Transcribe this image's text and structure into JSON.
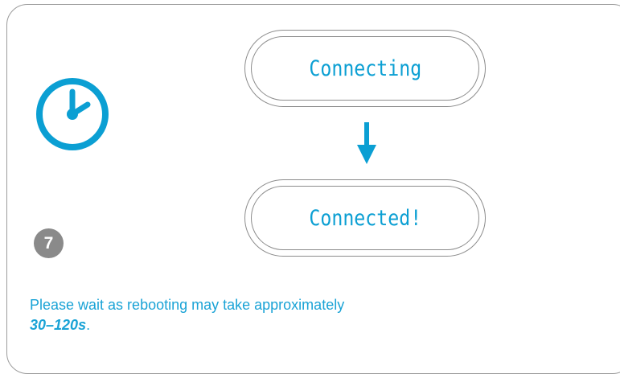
{
  "colors": {
    "accent": "#0b9fd3",
    "border": "#8c8c8c",
    "badge": "#8a8a8a",
    "text": "#1aa3d6"
  },
  "icons": {
    "clock": "clock-icon",
    "arrow": "arrow-down-icon"
  },
  "status": {
    "connecting_label": "Connecting",
    "connected_label": "Connected!"
  },
  "step": {
    "number": "7"
  },
  "message": {
    "text": "Please wait as rebooting may take approximately",
    "duration": "30–120s",
    "period": "."
  }
}
